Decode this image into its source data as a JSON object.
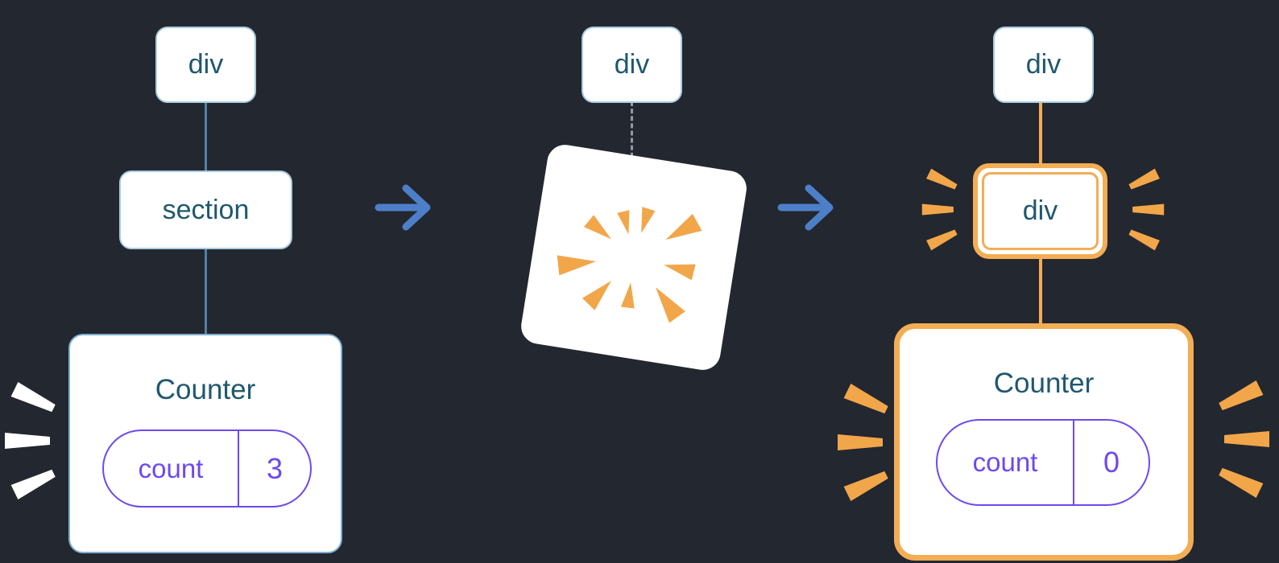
{
  "colors": {
    "background": "#23272f",
    "node_border": "#a9cbe0",
    "card_border": "#7fb0d3",
    "node_text": "#1f586e",
    "tree_line": "#4f81a8",
    "arrow": "#4d7fc9",
    "state_accent": "#6e49ee",
    "highlight_orange": "#f2ad55",
    "burst_orange": "#f2a64a",
    "poof_dash": "#8f9ba6",
    "emphasis_white": "#ffffff"
  },
  "before": {
    "root_label": "div",
    "child_label": "section",
    "component": {
      "title": "Counter",
      "state_key": "count",
      "state_value": "3"
    }
  },
  "transition": {
    "root_label": "div"
  },
  "after": {
    "root_label": "div",
    "child_label": "div",
    "component": {
      "title": "Counter",
      "state_key": "count",
      "state_value": "0"
    }
  }
}
